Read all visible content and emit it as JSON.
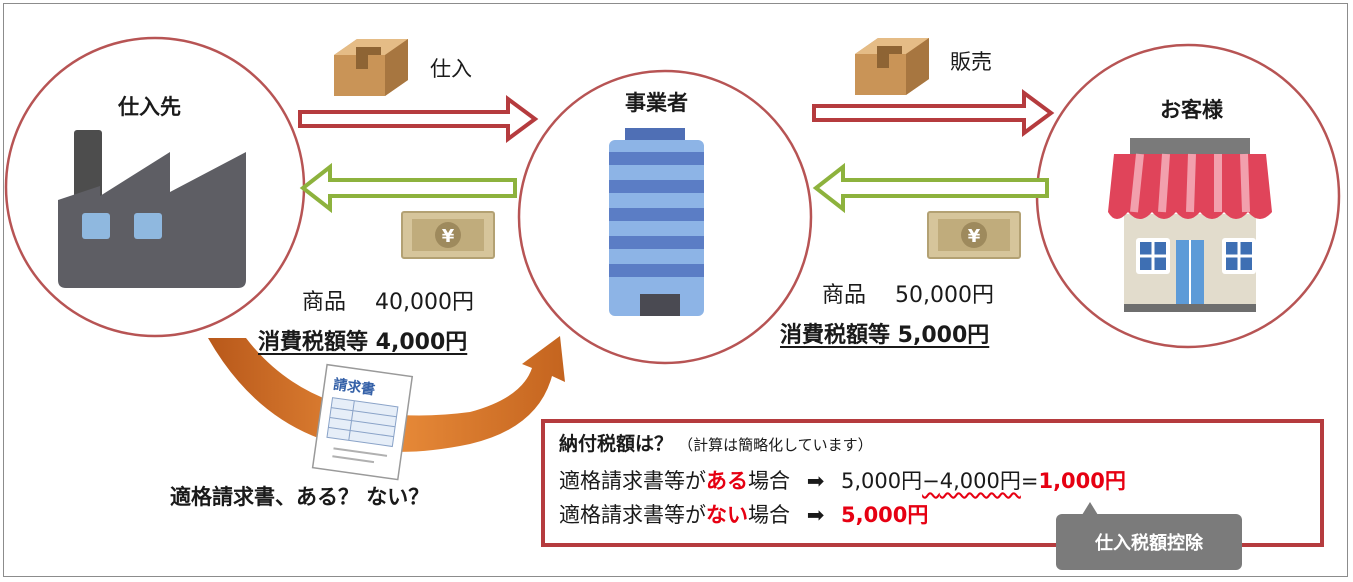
{
  "nodes": {
    "supplier": "仕入先",
    "business": "事業者",
    "customer": "お客様"
  },
  "flows": {
    "purchase": "仕入",
    "sale": "販売"
  },
  "purchase_amounts": {
    "goods": "商品　 40,000円",
    "tax": "消費税額等  4,000円"
  },
  "sale_amounts": {
    "goods": "商品　 50,000円",
    "tax": "消費税額等  5,000円"
  },
  "invoice_question": "適格請求書、ある？ ない？",
  "invoice_doc_title": "請求書",
  "yen_symbol": "¥",
  "calc": {
    "title": "納付税額は？",
    "note": "（計算は簡略化しています）",
    "row1_prefix": "適格請求書等が",
    "row1_keyword": "ある",
    "row1_suffix": "場合",
    "row1_arrow": "➡",
    "row1_expr_a": "5,000円",
    "row1_minus": "−",
    "row1_expr_b": "4,000円",
    "row1_equals": "=",
    "row1_result": "1,000円",
    "row2_prefix": "適格請求書等が",
    "row2_keyword": "ない",
    "row2_suffix": "場合",
    "row2_arrow": "➡",
    "row2_result": "5,000円"
  },
  "tooltip": "仕入税額控除",
  "colors": {
    "accent_red": "#e60012",
    "goods_arrow": "#b53b3e",
    "money_arrow": "#8db23d",
    "circle_border": "#b75454",
    "invoice_arrow": "#d06a1e"
  }
}
